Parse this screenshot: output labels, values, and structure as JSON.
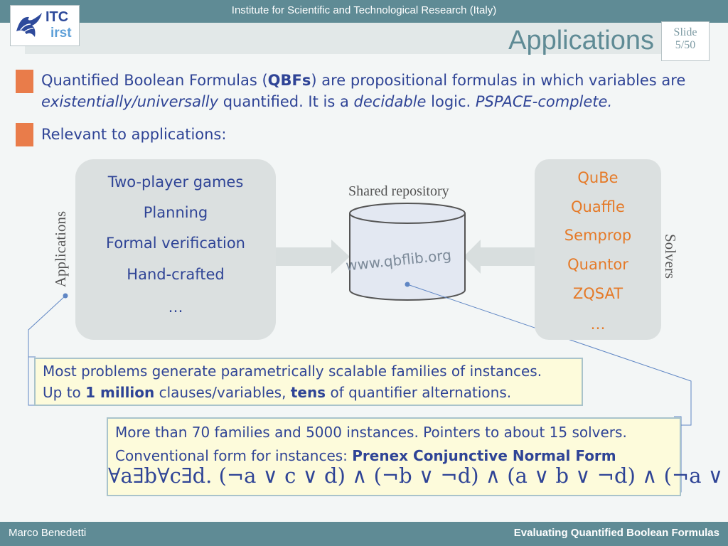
{
  "header": {
    "institute": "Institute for Scientific and Technological Research (Italy)",
    "title": "Applications",
    "slide_label": "Slide",
    "slide_number": "5/50",
    "logo": {
      "line1": "ITC",
      "line2": "irst"
    }
  },
  "bullets": [
    {
      "parts": {
        "p1": "Quantified Boolean Formulas (",
        "p2": "QBFs",
        "p3": ") are propositional formulas in which variables are",
        "p4": "existentially/universally",
        "p5": " quantified. It is a ",
        "p6": "decidable",
        "p7": " logic. ",
        "p8": "PSPACE-complete."
      }
    },
    {
      "text": "Relevant to applications:"
    }
  ],
  "applications": {
    "label": "Applications",
    "items": [
      "Two-player games",
      "Planning",
      "Formal verification",
      "Hand-crafted",
      "…"
    ]
  },
  "repository": {
    "label": "Shared repository",
    "url": "www.qbflib.org"
  },
  "solvers": {
    "label": "Solvers",
    "items": [
      "QuBe",
      "Quaffle",
      "Semprop",
      "Quantor",
      "ZQSAT",
      "…"
    ]
  },
  "callout1": {
    "line1": "Most problems generate parametrically scalable families of instances.",
    "l2a": "Up to ",
    "l2b": "1 million",
    "l2c": " clauses/variables, ",
    "l2d": "tens",
    "l2e": " of quantifier alternations."
  },
  "callout2": {
    "line1": "More than 70 families and 5000 instances. Pointers to about 15 solvers.",
    "l2a": "Conventional form for instances: ",
    "l2b": "Prenex Conjunctive Normal Form",
    "formula": "∀a∃b∀c∃d. (¬a ∨ c ∨ d) ∧ (¬b ∨ ¬d) ∧ (a ∨ b ∨ ¬d) ∧ (¬a ∨ b)"
  },
  "footer": {
    "author": "Marco Benedetti",
    "talk_title": "Evaluating Quantified Boolean Formulas"
  },
  "colors": {
    "header_bar": "#5f8b95",
    "bullet": "#e97c4a",
    "text_blue": "#2f4496",
    "solver_orange": "#e57a28",
    "callout_bg": "#fdfbdb"
  }
}
